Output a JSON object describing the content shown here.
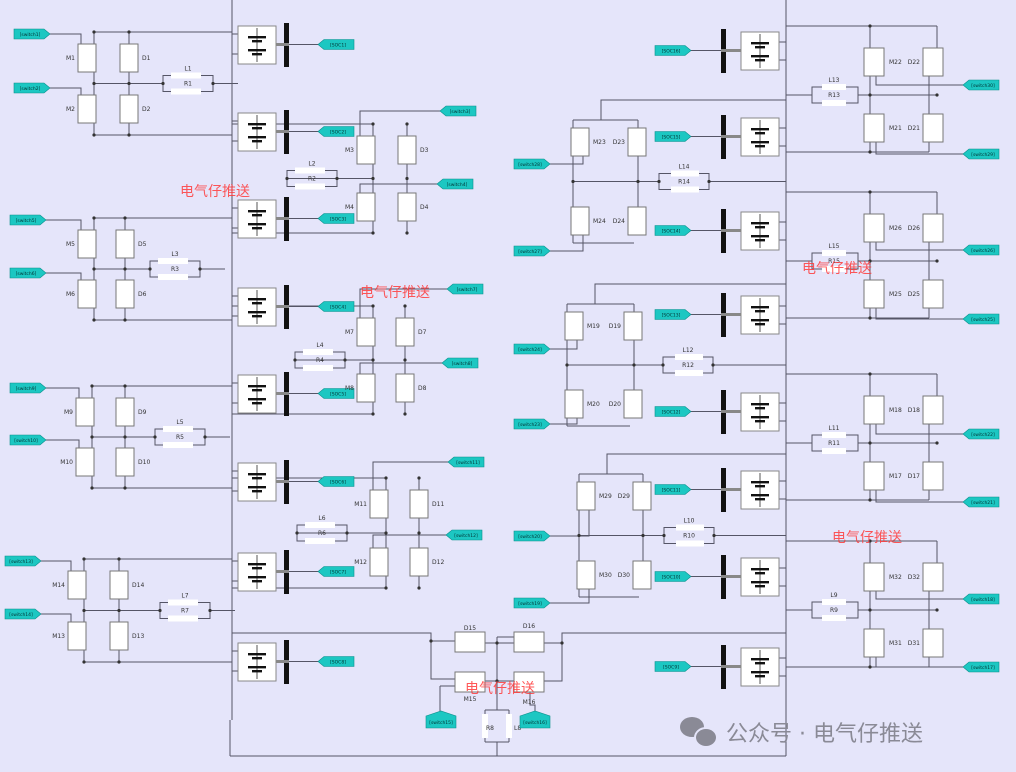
{
  "diagram": {
    "title": "Battery pack balancing circuit schematic",
    "colors": {
      "background": "#e5e5fa",
      "tag": "#1cc7c2",
      "wire": "#555566",
      "component": "#ffffff"
    },
    "batteries": [
      {
        "id": "B1",
        "soc": "[SOC1]"
      },
      {
        "id": "B2",
        "soc": "[SOC2]"
      },
      {
        "id": "B3",
        "soc": "[SOC3]"
      },
      {
        "id": "B4",
        "soc": "[SOC4]"
      },
      {
        "id": "B5",
        "soc": "[SOC5]"
      },
      {
        "id": "B6",
        "soc": "[SOC6]"
      },
      {
        "id": "B7",
        "soc": "[SOC7]"
      },
      {
        "id": "B8",
        "soc": "[SOC8]"
      },
      {
        "id": "B16",
        "soc": "[SOC16]"
      },
      {
        "id": "B15",
        "soc": "[SOC15]"
      },
      {
        "id": "B14",
        "soc": "[SOC14]"
      },
      {
        "id": "B13",
        "soc": "[SOC13]"
      },
      {
        "id": "B12",
        "soc": "[SOC12]"
      },
      {
        "id": "B11",
        "soc": "[SOC11]"
      },
      {
        "id": "B10",
        "soc": "[SOC10]"
      },
      {
        "id": "B9",
        "soc": "[SOC9]"
      }
    ],
    "bridges": [
      {
        "m_top": "M1",
        "d_top": "D1",
        "m_bot": "M2",
        "d_bot": "D2",
        "sw_top": "[switch1]",
        "sw_bot": "[switch2]",
        "l": "L1",
        "r": "R1"
      },
      {
        "m_top": "M3",
        "d_top": "D3",
        "m_bot": "M4",
        "d_bot": "D4",
        "sw_top": "[switch3]",
        "sw_bot": "[switch4]",
        "l": "L2",
        "r": "R2"
      },
      {
        "m_top": "M5",
        "d_top": "D5",
        "m_bot": "M6",
        "d_bot": "D6",
        "sw_top": "[switch5]",
        "sw_bot": "[switch6]",
        "l": "L3",
        "r": "R3"
      },
      {
        "m_top": "M7",
        "d_top": "D7",
        "m_bot": "M8",
        "d_bot": "D8",
        "sw_top": "[switch7]",
        "sw_bot": "[switch8]",
        "l": "L4",
        "r": "R4"
      },
      {
        "m_top": "M9",
        "d_top": "D9",
        "m_bot": "M10",
        "d_bot": "D10",
        "sw_top": "[switch9]",
        "sw_bot": "[switch10]",
        "l": "L5",
        "r": "R5"
      },
      {
        "m_top": "M11",
        "d_top": "D11",
        "m_bot": "M12",
        "d_bot": "D12",
        "sw_top": "[switch11]",
        "sw_bot": "[switch12]",
        "l": "L6",
        "r": "R6"
      },
      {
        "m_top": "M14",
        "d_top": "D14",
        "m_bot": "M13",
        "d_bot": "D13",
        "sw_top": "[switch13]",
        "sw_bot": "[switch14]",
        "l": "L7",
        "r": "R7"
      },
      {
        "m_top": "M23",
        "d_top": "D23",
        "m_bot": "M24",
        "d_bot": "D24",
        "sw_top": "[switch28]",
        "sw_bot": "[switch27]",
        "l": "L14",
        "r": "R14"
      },
      {
        "m_top": "M19",
        "d_top": "D19",
        "m_bot": "M20",
        "d_bot": "D20",
        "sw_top": "[switch24]",
        "sw_bot": "[switch23]",
        "l": "L12",
        "r": "R12"
      },
      {
        "m_top": "M29",
        "d_top": "D29",
        "m_bot": "M30",
        "d_bot": "D30",
        "sw_top": "[switch20]",
        "sw_bot": "[switch19]",
        "l": "L10",
        "r": "R10"
      },
      {
        "m_top": "M22",
        "d_top": "D22",
        "m_bot": "M21",
        "d_bot": "D21",
        "sw_top": "[switch30]",
        "sw_bot": "[switch29]",
        "l": "L13",
        "r": "R13"
      },
      {
        "m_top": "M26",
        "d_top": "D26",
        "m_bot": "M25",
        "d_bot": "D25",
        "sw_top": "[switch26]",
        "sw_bot": "[switch25]",
        "l": "L15",
        "r": "R15"
      },
      {
        "m_top": "M18",
        "d_top": "D18",
        "m_bot": "M17",
        "d_bot": "D17",
        "sw_top": "[switch22]",
        "sw_bot": "[switch21]",
        "l": "L11",
        "r": "R11"
      },
      {
        "m_top": "M32",
        "d_top": "D32",
        "m_bot": "M31",
        "d_bot": "D31",
        "sw_top": "[switch18]",
        "sw_bot": "[switch17]",
        "l": "L9",
        "r": "R9"
      }
    ],
    "center_bridge": {
      "d_left": "D15",
      "d_right": "D16",
      "m_left": "M15",
      "m_right": "M16",
      "sw_left": "[switch15]",
      "sw_right": "[switch16]",
      "l": "L8",
      "r": "R8"
    },
    "watermarks": [
      "电气仔推送",
      "电气仔推送",
      "电气仔推送",
      "电气仔推送",
      "电气仔推送"
    ],
    "footer_watermark": "公众号 · 电气仔推送"
  }
}
